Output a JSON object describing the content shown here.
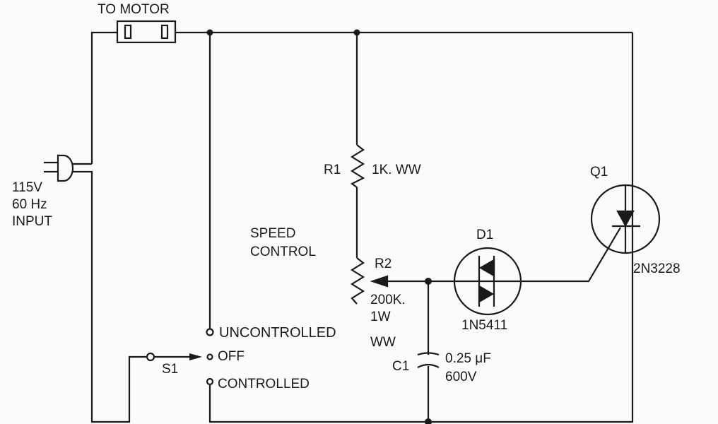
{
  "title": "Motor speed control circuit",
  "colors": {
    "ink": "#1a1a1a",
    "paper": "#fbfbf9"
  },
  "labels": {
    "motor": "TO MOTOR",
    "input_voltage": "115V",
    "input_freq": "60 Hz",
    "input_label": "INPUT",
    "r1_name": "R1",
    "r1_value": "1K. WW",
    "speed_control_1": "SPEED",
    "speed_control_2": "CONTROL",
    "r2_name": "R2",
    "r2_value_1": "200K.",
    "r2_value_2": "1W",
    "r2_value_3": "WW",
    "d1_name": "D1",
    "d1_part": "1N5411",
    "q1_name": "Q1",
    "q1_part": "2N3228",
    "c1_name": "C1",
    "c1_value_1": "0.25 μF",
    "c1_value_2": "600V",
    "s1_name": "S1",
    "pos_uncontrolled": "UNCONTROLLED",
    "pos_off": "OFF",
    "pos_controlled": "CONTROLLED"
  }
}
